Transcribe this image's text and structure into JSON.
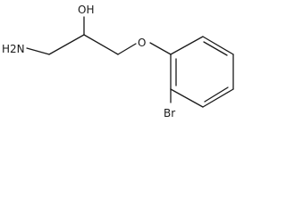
{
  "molecule": {
    "atom_labels": {
      "amine": "H2N",
      "hydroxyl": "OH",
      "ether_oxygen": "O",
      "bromine": "Br"
    },
    "colors": {
      "bond": "#1a1a1a",
      "label": "#1a1a1a",
      "background": "#ffffff"
    }
  }
}
